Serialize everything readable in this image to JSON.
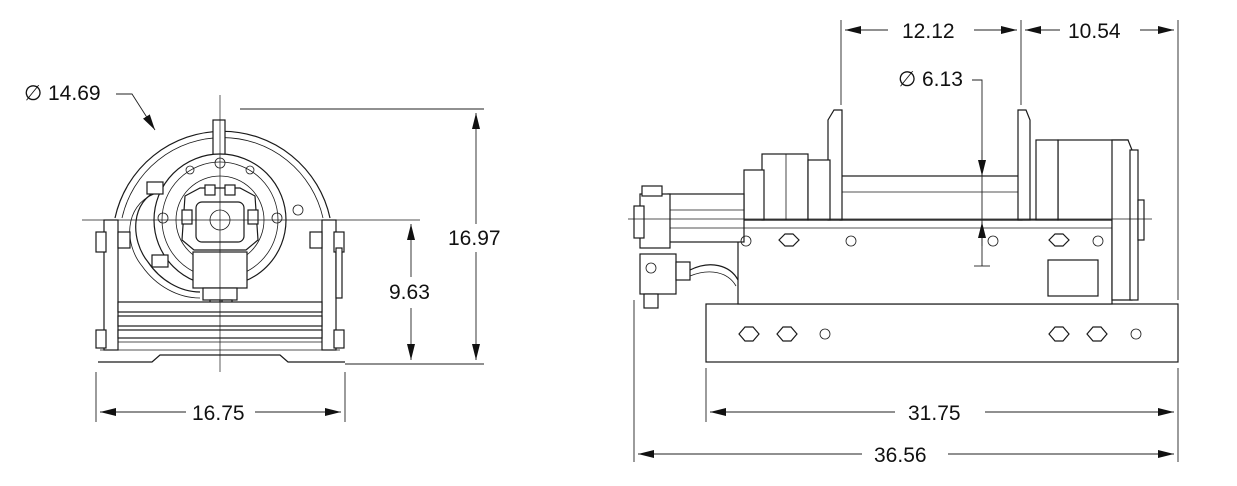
{
  "diameter_symbol": "∅",
  "front_view": {
    "drum_flange_diameter": "14.69",
    "overall_height": "16.97",
    "drum_center_height": "9.63",
    "overall_width": "16.75"
  },
  "side_view": {
    "drum_length": "12.12",
    "brake_length": "10.54",
    "drum_barrel_diameter": "6.13",
    "base_length": "31.75",
    "overall_length": "36.56"
  }
}
